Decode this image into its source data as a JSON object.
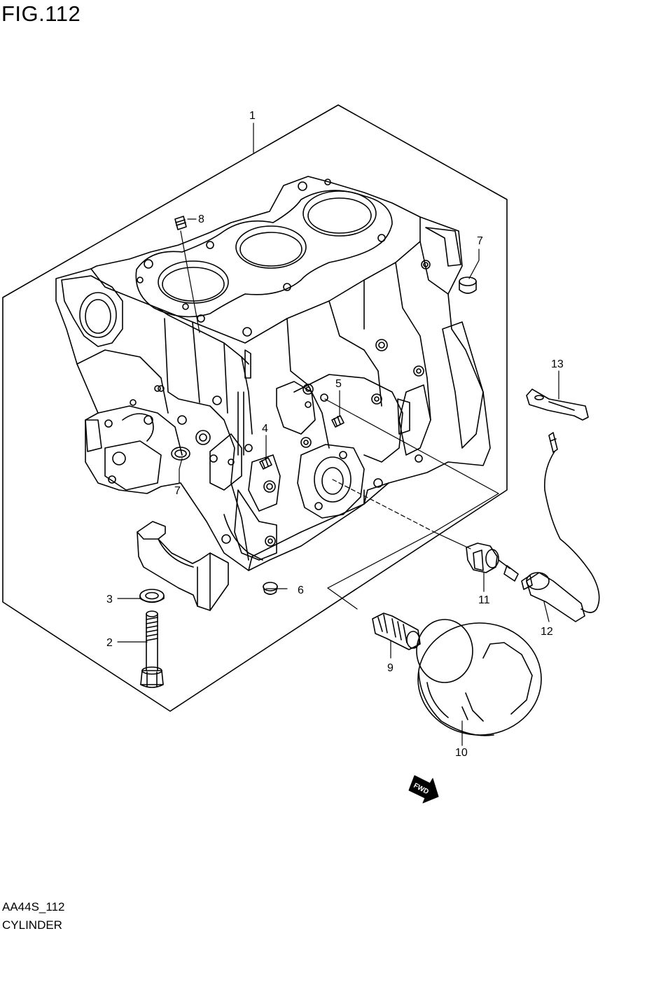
{
  "figure": {
    "title": "FIG.112"
  },
  "footer": {
    "code": "AA44S_112",
    "name": "CYLINDER"
  },
  "callouts": [
    "1",
    "2",
    "3",
    "4",
    "5",
    "6",
    "7",
    "7",
    "8",
    "9",
    "10",
    "11",
    "12",
    "13"
  ],
  "direction_marker": {
    "label": "FWD"
  }
}
